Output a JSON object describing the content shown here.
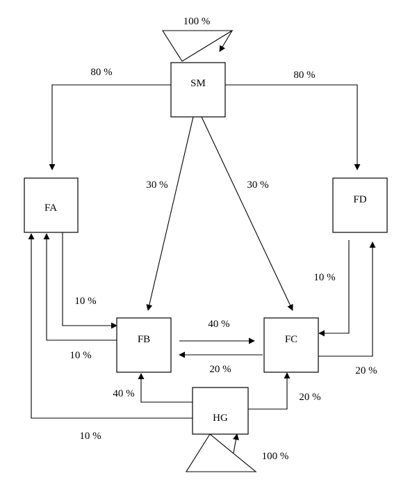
{
  "nodes": {
    "sm": "SM",
    "fa": "FA",
    "fb": "FB",
    "fc": "FC",
    "fd": "FD",
    "hg": "HG"
  },
  "sources": {
    "top": "100 %",
    "bottom": "100 %"
  },
  "flows": {
    "sm_fa": "80 %",
    "sm_fd": "80 %",
    "sm_fb": "30 %",
    "sm_fc": "30 %",
    "fa_fb": "10 %",
    "fb_fa": "10 %",
    "fb_fc": "40 %",
    "fc_fb": "20 %",
    "fd_fc": "10 %",
    "fc_fd": "20 %",
    "hg_fb": "40 %",
    "hg_fc": "20 %",
    "hg_fa": "10 %"
  }
}
